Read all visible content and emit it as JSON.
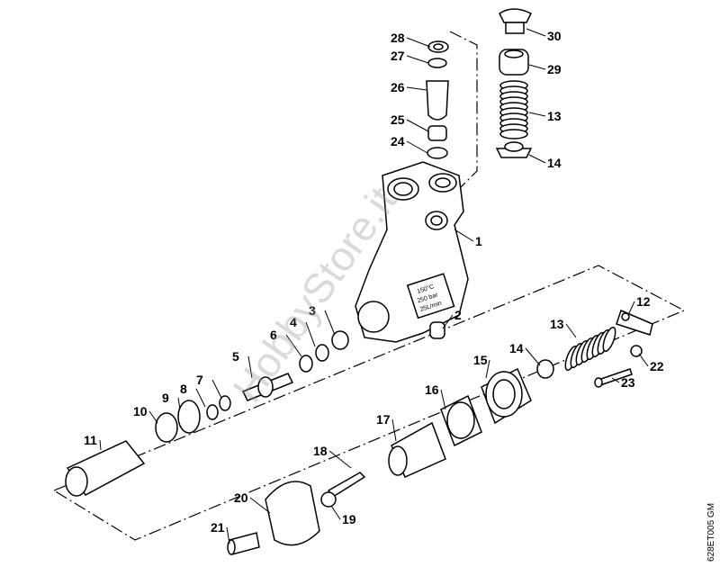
{
  "diagram": {
    "labels": [
      "28",
      "27",
      "26",
      "25",
      "24",
      "30",
      "29",
      "13",
      "14",
      "1",
      "2",
      "12",
      "13",
      "14",
      "22",
      "23",
      "15",
      "16",
      "17",
      "18",
      "20",
      "19",
      "21",
      "11",
      "10",
      "9",
      "8",
      "7",
      "5",
      "6",
      "4",
      "3"
    ],
    "plate_lines": [
      "150°C",
      "250 bar",
      "25L/min"
    ],
    "drawing_code": "628ET005 GM",
    "watermark": "HobbyStore.it"
  }
}
